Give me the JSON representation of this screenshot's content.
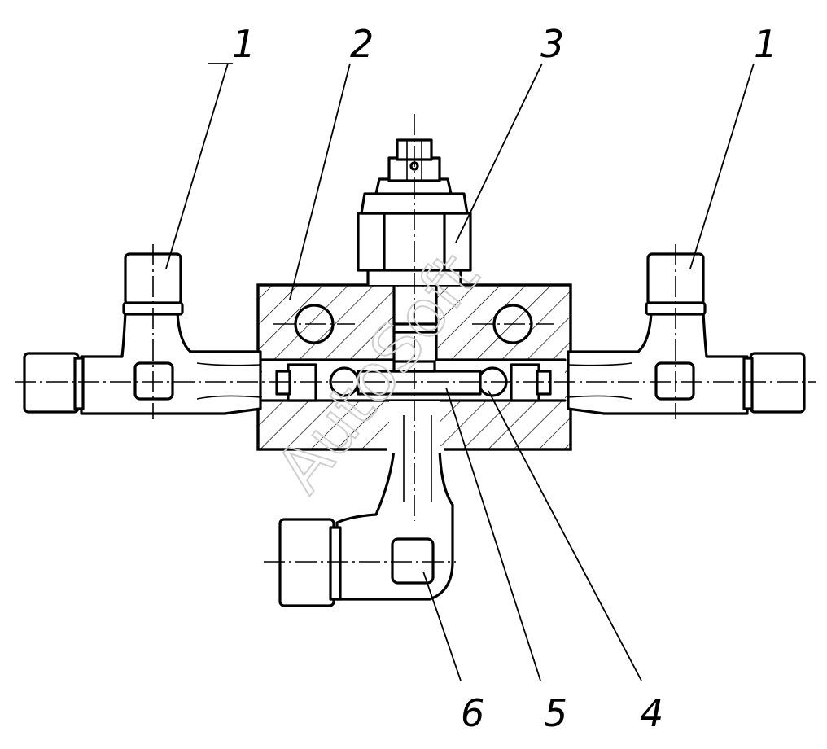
{
  "callouts": [
    {
      "id": "left-1",
      "label": "1"
    },
    {
      "id": "top-2",
      "label": "2"
    },
    {
      "id": "top-3",
      "label": "3"
    },
    {
      "id": "right-1",
      "label": "1"
    },
    {
      "id": "bottom-6",
      "label": "6"
    },
    {
      "id": "bottom-5",
      "label": "5"
    },
    {
      "id": "bottom-4",
      "label": "4"
    }
  ],
  "watermark": "AutoSoft"
}
